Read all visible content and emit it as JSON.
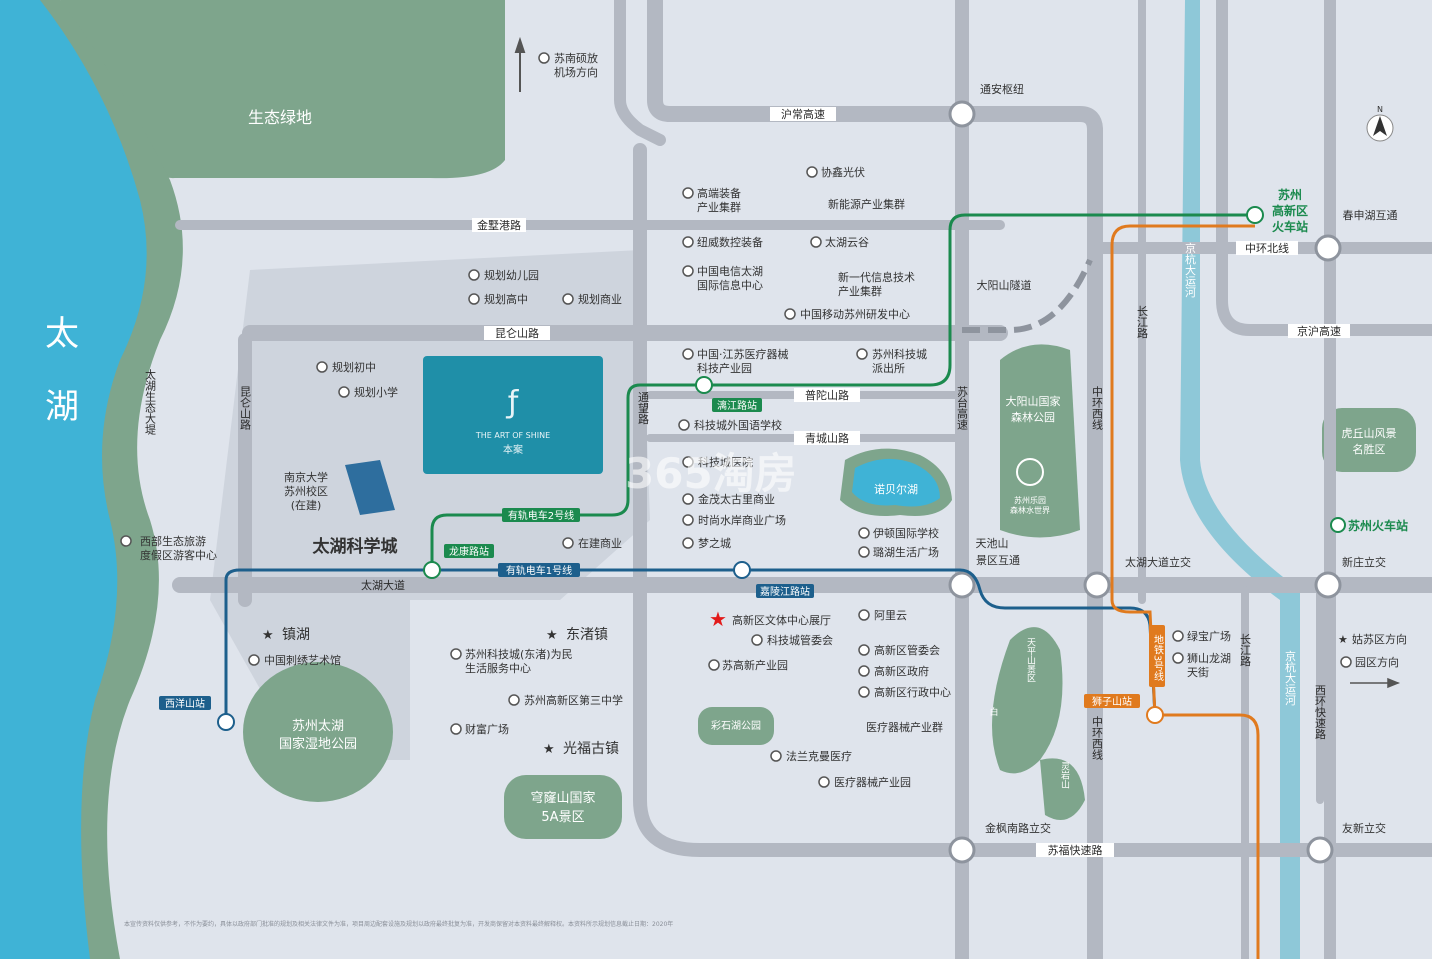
{
  "lake": {
    "line1": "太",
    "line2": "湖"
  },
  "areas": {
    "eco_green": "生态绿地",
    "science_city": "太湖科学城",
    "nju_1": "南京大学",
    "nju_2": "苏州校区",
    "nju_3": "(在建)",
    "wetland_1": "苏州太湖",
    "wetland_2": "国家湿地公园",
    "qionglong_1": "穹窿山国家",
    "qionglong_2": "5A景区",
    "dayangshan_1": "大阳山国家",
    "dayangshan_2": "森林公园",
    "huqiu_1": "虎丘山风景",
    "huqiu_2": "名胜区",
    "lotte_1": "苏州乐园",
    "lotte_2": "森林水世界",
    "nuobei_lake": "诺贝尔湖",
    "caishi_park": "彩石湖公园",
    "tianping_1": "天平山景区",
    "tianping_2": "白",
    "tianping_3": "灵岩山"
  },
  "project": {
    "logo_mark": "ƒ",
    "name_en": "THE ART OF SHINE",
    "name_cn": "本案"
  },
  "roads": {
    "huchang": "沪常高速",
    "jinshangang": "金墅港路",
    "kunlunshan": "昆仑山路",
    "kunlunshan_v": "昆仑山路",
    "taihu_eco": "太湖生态大堤",
    "putuoshan": "普陀山路",
    "qingchengshan": "青城山路",
    "taihu_ave": "太湖大道",
    "tongan_hub": "通安枢纽",
    "zhonghuan_north": "中环北线",
    "jinghu": "京沪高速",
    "dayangshan_tunnel": "大阳山隧道",
    "zhonghuan_west": "中环西线",
    "zhonghuan_west2": "中环西线",
    "sutai": "苏台高速",
    "tongyi": "通望路",
    "changjiang": "长江路",
    "changjiang2": "长江路",
    "jinghang": "京杭大运河",
    "jinghang2": "京杭大运河",
    "xihuan": "西环快速路",
    "sufu": "苏福快速路",
    "chunshen": "春申湖互通",
    "tianchishan_1": "天池山",
    "tianchishan_2": "景区互通",
    "taihu_interchange": "太湖大道立交",
    "xinzhuang": "新庄立交",
    "jinfengnan": "金枫南路立交",
    "youxin": "友新立交"
  },
  "transit": {
    "tram2": "有轨电车2号线",
    "tram1": "有轨电车1号线",
    "metro3": "地铁3号线",
    "longkang": "龙康路站",
    "lijiang": "漓江路站",
    "jialingjiang": "嘉陵江路站",
    "xiyang": "西洋山站",
    "shizishan": "狮子山站",
    "hsr_1": "苏州",
    "hsr_2": "高新区",
    "hsr_3": "火车站",
    "suzhou_station": "苏州火车站"
  },
  "pois": {
    "airport_1": "苏南硕放",
    "airport_2": "机场方向",
    "xieshen": "协鑫光伏",
    "highend_1": "高端装备",
    "highend_2": "产业集群",
    "newenergy": "新能源产业集群",
    "niuwei": "纽威数控装备",
    "taihuyun": "太湖云谷",
    "cetc_1": "中国电信太湖",
    "cetc_2": "国际信息中心",
    "newit_1": "新一代信息技术",
    "newit_2": "产业集群",
    "cmcc": "中国移动苏州研发中心",
    "plan_kg": "规划幼儿园",
    "plan_hs": "规划高中",
    "plan_com": "规划商业",
    "plan_ms": "规划初中",
    "plan_ps": "规划小学",
    "medical_1": "中国·江苏医疗器械",
    "medical_2": "科技产业园",
    "police_1": "苏州科技城",
    "police_2": "派出所",
    "foreign_school": "科技城外国语学校",
    "hospital": "科技城医院",
    "jinmao": "金茂太古里商业",
    "shishang": "时尚水岸商业广场",
    "mengzhicheng": "梦之城",
    "under_construction": "在建商业",
    "eton": "伊顿国际学校",
    "lake_square": "璐湖生活广场",
    "west_tour_1": "西部生态旅游",
    "west_tour_2": "度假区游客中心",
    "zhenhu": "镇湖",
    "embroidery": "中国刺绣艺术馆",
    "dongzhu": "东渚镇",
    "sts_1": "苏州科技城(东渚)为民",
    "sts_2": "生活服务中心",
    "third_school": "苏州高新区第三中学",
    "caifu": "财富广场",
    "guangfu": "光福古镇",
    "culture_center": "高新区文体中心展厅",
    "committee": "科技城管委会",
    "sugao": "苏高新产业园",
    "aliyun": "阿里云",
    "admin_comm": "高新区管委会",
    "gov": "高新区政府",
    "admin_center": "高新区行政中心",
    "med_cluster": "医疗器械产业群",
    "french_hosp": "法兰克曼医疗",
    "med_park": "医疗器械产业园",
    "lvbao": "绿宝广场",
    "shishan_1": "狮山龙湖",
    "shishan_2": "天街",
    "gusu": "姑苏区方向",
    "yuanqu": "园区方向",
    "north": "N",
    "disclaimer": "本宣传资料仅供参考，不作为要约，具体以政府部门批准的规划及相关法律文件为准，项目周边配套设施及规划以政府最终批复为准，开发商保留对本资料最终解释权。本资料所示规划信息截止日期：2020年"
  },
  "watermark": "365淘房",
  "colors": {
    "lake": "#3fb3d6",
    "green": "#7ea58c",
    "road": "#b3b8c2",
    "tram2": "#1b8a4e",
    "tram1": "#1d5f8c",
    "metro3": "#e07a1e",
    "project": "#1f8fa8",
    "star": "#e21a1a"
  }
}
